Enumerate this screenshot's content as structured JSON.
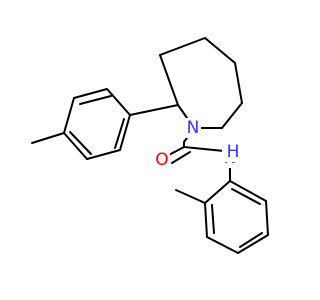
{
  "atoms": {
    "n1": {
      "symbol": "N",
      "color": "#3333ff"
    },
    "o1": {
      "symbol": "O",
      "color": "#ff0000"
    },
    "n2": {
      "symbol": "N",
      "color": "#3333ff"
    },
    "h1": {
      "symbol": "H",
      "color": "#3333ff"
    }
  }
}
